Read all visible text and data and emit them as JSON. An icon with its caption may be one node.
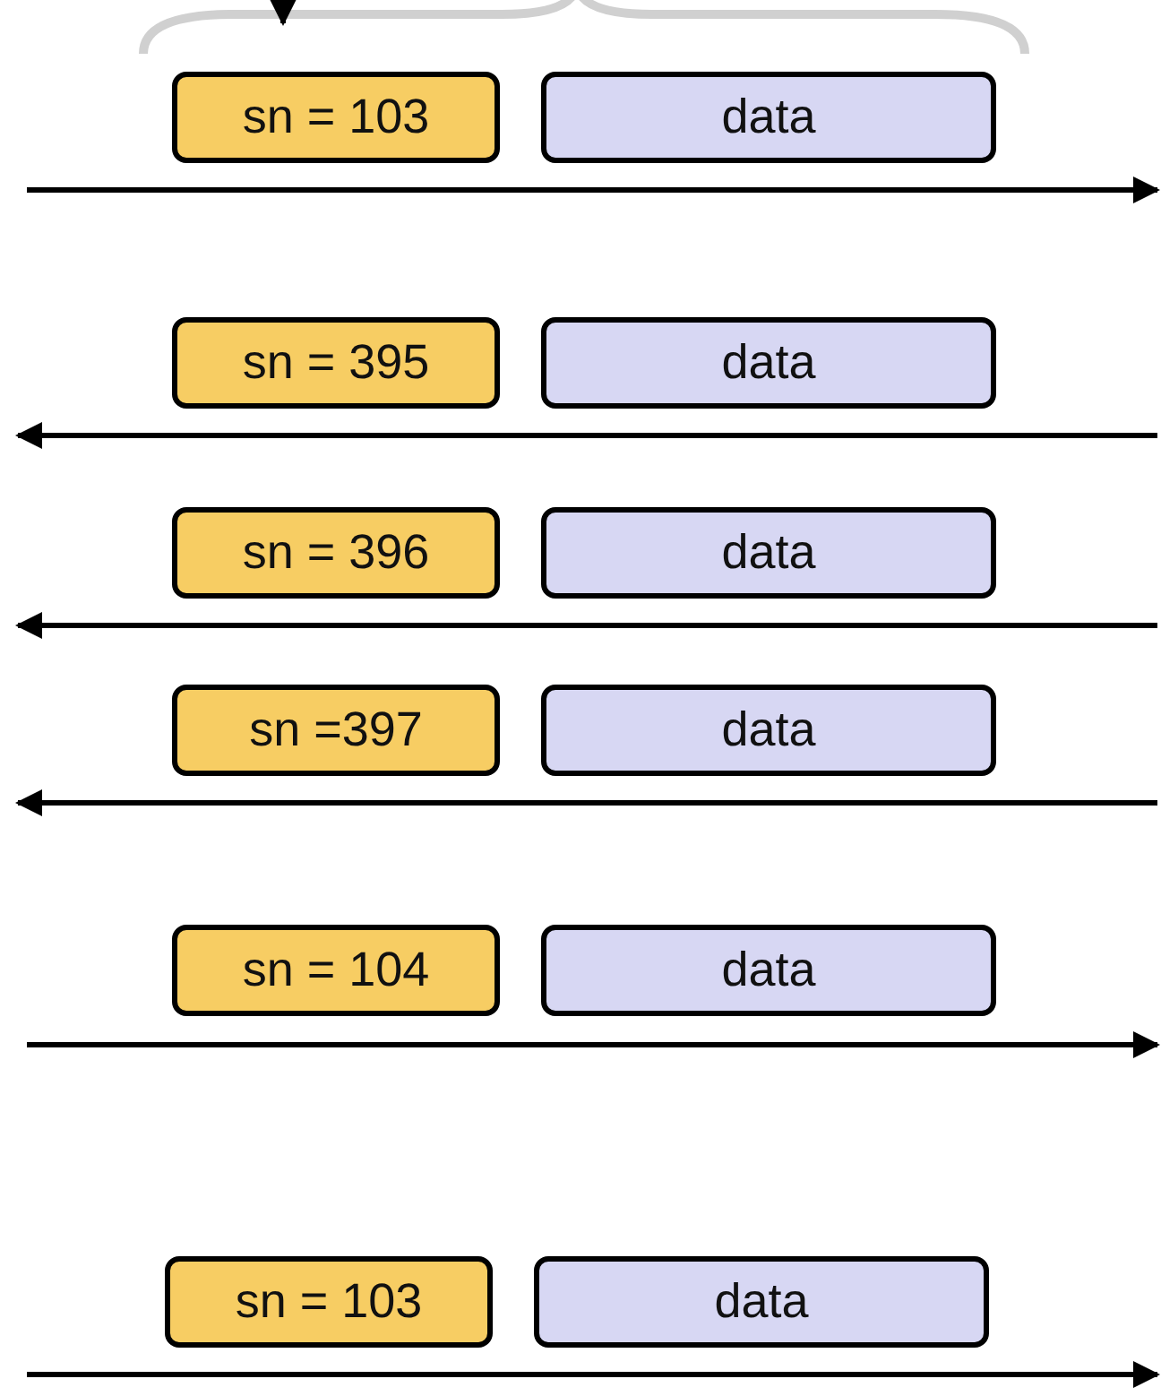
{
  "diagram": {
    "nodes": [
      {
        "text": [
          "sn = 103"
        ]
      },
      {
        "text": [
          "data"
        ]
      },
      {
        "text": [
          "sn = 395"
        ]
      },
      {
        "text": [
          "data"
        ]
      },
      {
        "text": [
          "sn = 396"
        ]
      },
      {
        "text": [
          "data"
        ]
      },
      {
        "text": [
          "sn =397"
        ]
      },
      {
        "text": [
          "data"
        ]
      },
      {
        "text": [
          "sn = 104"
        ]
      },
      {
        "text": [
          "data"
        ]
      },
      {
        "text": [
          "sn = 103"
        ]
      },
      {
        "text": [
          "data"
        ]
      }
    ]
  }
}
